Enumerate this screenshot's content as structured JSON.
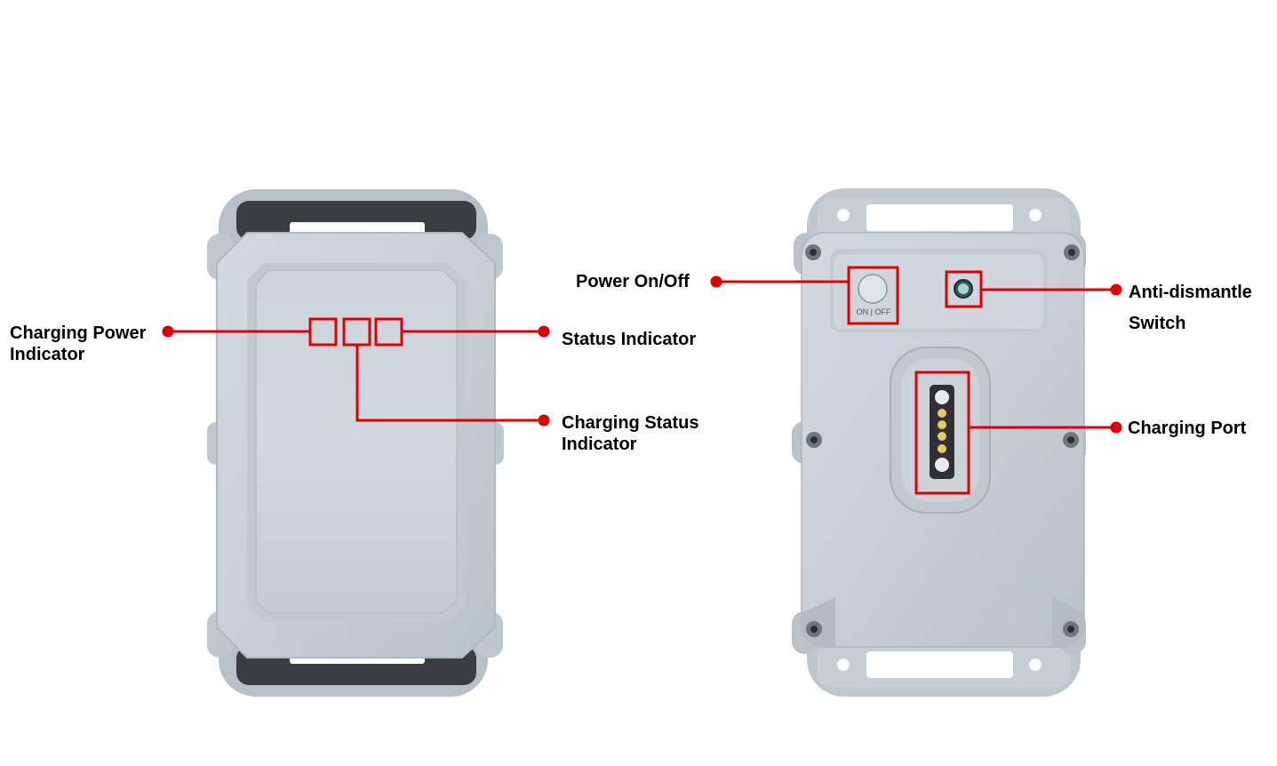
{
  "colors": {
    "callout": "#e00000",
    "device_body": "#c9d0d8",
    "device_edge": "#aab2bc",
    "device_dark": "#3a3d42",
    "label_text": "#000000"
  },
  "front_view": {
    "callouts": {
      "charging_power": {
        "line1": "Charging Power",
        "line2": "Indicator"
      },
      "status": {
        "line1": "Status Indicator"
      },
      "charging_status": {
        "line1": "Charging Status",
        "line2": "Indicator"
      }
    }
  },
  "back_view": {
    "button_print": "ON | OFF",
    "callouts": {
      "power": {
        "line1": "Power On/Off"
      },
      "anti_dismantle": {
        "line1": "Anti-dismantle",
        "line2": "Switch"
      },
      "charging_port": {
        "line1": "Charging Port"
      }
    }
  }
}
